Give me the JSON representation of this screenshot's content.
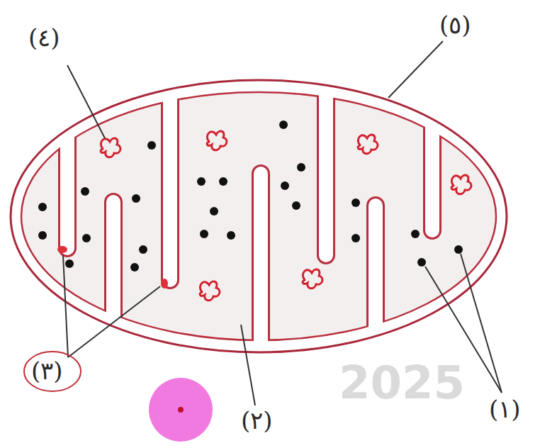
{
  "diagram": {
    "labels": [
      "(٤)",
      "(٥)",
      "(٣)",
      "(٢)",
      "(١)",
      "2025"
    ]
  }
}
